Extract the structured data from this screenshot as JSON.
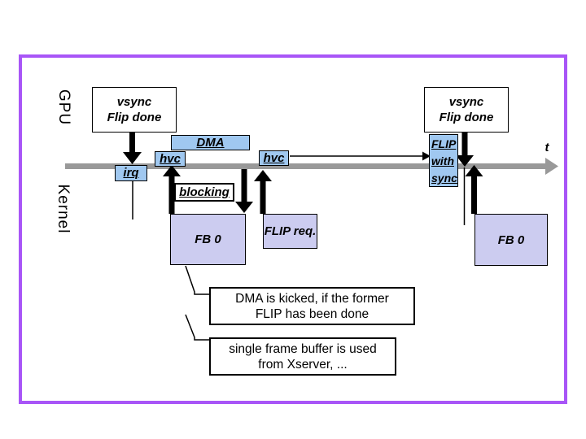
{
  "diagram": {
    "gpu_lane_label": "GPU",
    "kernel_lane_label": "Kernel",
    "time_axis_label": "t",
    "vsync_box_left": {
      "line1": "vsync",
      "line2": "Flip done"
    },
    "vsync_box_right": {
      "line1": "vsync",
      "line2": "Flip done"
    },
    "dma_label": "DMA",
    "hvc_label_left": "hvc",
    "hvc_label_right": "hvc",
    "irq_label": "irq",
    "blocking_label": "blocking",
    "flip_with_sync": {
      "line1": "FLIP",
      "line2": "with",
      "line3": "sync"
    },
    "fb0_left_label": "FB 0",
    "flip_req_label": "FLIP req.",
    "fb0_right_label": "FB 0",
    "callout_dma": {
      "line1": "DMA is kicked, if the former",
      "line2": "FLIP has been done"
    },
    "callout_framebuffer": {
      "line1": "single frame buffer is used",
      "line2": "from Xserver, ..."
    },
    "colors": {
      "frame_border": "#A855F7",
      "call_box_fill": "#A0C8F0",
      "buffer_box_fill": "#CCCCF0",
      "timeline_gray": "#999999",
      "arrow_black": "#000000"
    }
  }
}
